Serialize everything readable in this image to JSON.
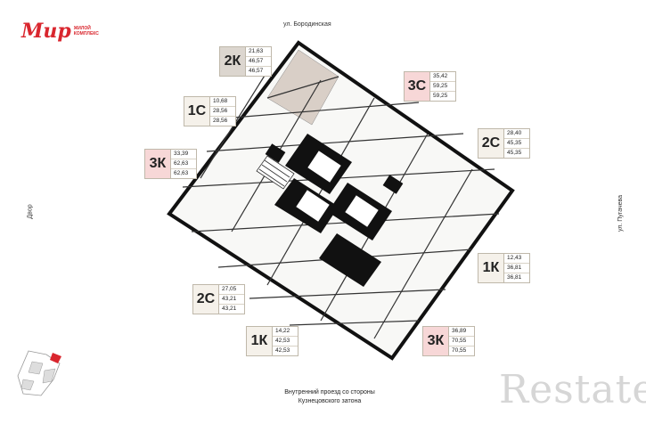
{
  "logo": {
    "mark": "Мир",
    "line1": "жилой",
    "line2": "комплекс"
  },
  "streets": {
    "top": "ул. Бородинская",
    "left": "Двор",
    "right": "ул. Пугачева",
    "bottom_line1": "Внутренний проезд со стороны",
    "bottom_line2": "Кузнецовского затона"
  },
  "units": [
    {
      "code": "2К",
      "v1": "21,63",
      "v2": "46,57",
      "v3": "46,57",
      "highlight": true
    },
    {
      "code": "1С",
      "v1": "10,68",
      "v2": "28,56",
      "v3": "28,56",
      "highlight": false
    },
    {
      "code": "3К",
      "v1": "33,39",
      "v2": "62,63",
      "v3": "62,63",
      "highlight": true
    },
    {
      "code": "3С",
      "v1": "35,42",
      "v2": "59,25",
      "v3": "59,25",
      "highlight": true
    },
    {
      "code": "2С",
      "v1": "28,40",
      "v2": "45,35",
      "v3": "45,35",
      "highlight": false
    },
    {
      "code": "1К",
      "v1": "12,43",
      "v2": "36,81",
      "v3": "36,81",
      "highlight": false
    },
    {
      "code": "2С",
      "v1": "27,05",
      "v2": "43,21",
      "v3": "43,21",
      "highlight": false
    },
    {
      "code": "1К",
      "v1": "14,22",
      "v2": "42,53",
      "v3": "42,53",
      "highlight": false
    },
    {
      "code": "3К",
      "v1": "36,89",
      "v2": "70,55",
      "v3": "70,55",
      "highlight": true
    }
  ],
  "colors": {
    "brand": "#d9262e",
    "highlight_pink": "#f7d7d7",
    "highlight_gray": "#dcd6cf",
    "plain": "#f5f1ea",
    "wall": "#111111"
  },
  "watermark": "Restate"
}
